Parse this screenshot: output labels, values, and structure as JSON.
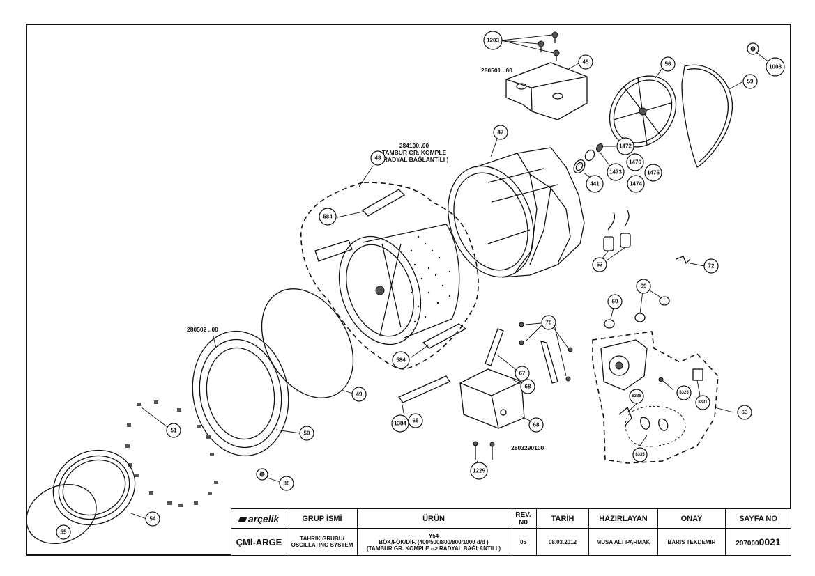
{
  "title_block": {
    "brand": "arçelik",
    "headers": {
      "group": "GRUP İSMİ",
      "product": "ÜRÜN",
      "rev": "REV. N0",
      "date": "TARİH",
      "prepared": "HAZIRLAYAN",
      "approved": "ONAY",
      "page": "SAYFA NO"
    },
    "department": "ÇMİ-ARGE",
    "group_value_line1": "TAHRİK GRUBU/",
    "group_value_line2": "OSCILLATING SYSTEM",
    "product_line1": "Y54",
    "product_line2": "BÖK/FÖK/DİF. (400/500/800/800/1000 d/d )",
    "product_line3": "(TAMBUR GR. KOMPLE --> RADYAL BAĞLANTILI )",
    "rev_value": "05",
    "date_value": "08.03.2012",
    "prepared_value": "MUSA ALTIPARMAK",
    "approved_value": "BARIS TEKDEMIR",
    "page_prefix": "207000",
    "page_suffix": "0021"
  },
  "codes": {
    "drum_code": "284100..00",
    "drum_name": "TAMBUR GR. KOMPLE",
    "drum_note": "( RADYAL BAĞLANTILI )",
    "cover_code": "280501 ..00",
    "door_code": "280502 ..00",
    "base_code": "2803290100"
  },
  "callouts": {
    "c1203": "1203",
    "c45": "45",
    "c1008": "1008",
    "c56": "56",
    "c59": "59",
    "c47": "47",
    "c48": "48",
    "c1472": "1472",
    "c1476": "1476",
    "c1473": "1473",
    "c441": "441",
    "c1474": "1474",
    "c1475": "1475",
    "c584a": "584",
    "c584b": "584",
    "c53": "53",
    "c72": "72",
    "c60": "60",
    "c69": "69",
    "c78": "78",
    "c67": "67",
    "c68a": "68",
    "c68b": "68",
    "c49": "49",
    "c50": "50",
    "c51": "51",
    "c1384": "1384",
    "c65": "65",
    "c8336": "8336",
    "c8325": "8325",
    "c8331": "8331",
    "c63": "63",
    "c8335": "8335",
    "c1229": "1229",
    "c88": "88",
    "c54": "54",
    "c55": "55"
  }
}
